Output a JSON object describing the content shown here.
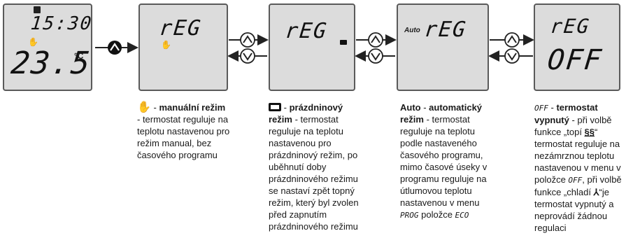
{
  "screens": {
    "s1": {
      "time": "15:30",
      "temp": "23.5",
      "unit": "°C"
    },
    "s2": {
      "top": "rEG"
    },
    "s3": {
      "top": "rEG"
    },
    "s4": {
      "auto": "Auto",
      "top": "rEG"
    },
    "s5": {
      "top": "rEG",
      "bottom": "OFF"
    }
  },
  "descriptions": {
    "manual": {
      "dash": " - ",
      "title": "manuální režim",
      "body": "- termostat reguluje na teplotu nastavenou pro režim manual, bez časového programu"
    },
    "holiday": {
      "dash": " - ",
      "title1": "prázdninový",
      "title2": "režim",
      "body": " - termostat reguluje na teplotu nastavenou pro prázdninový režim, po uběhnutí doby prázdninového režimu se nastaví zpět topný režim, který byl zvolen před zapnutím prázdninového režimu"
    },
    "auto": {
      "title": "Auto",
      "mid": " - ",
      "title2": "automatický režim",
      "body1": " - termostat reguluje na teplotu podle nastaveného časového programu, mimo časové úseky v programu reguluje na útlumovou teplotu nastavenou v menu ",
      "prog": "PROG",
      "body2": " položce ",
      "eco": "ECO"
    },
    "off": {
      "off1": "OFF",
      "mid": " - ",
      "title": "termostat vypnutý",
      "body1": " - při volbě funkce „topí ",
      "body1b": "“ termostat reguluje na nezámrznou teplotu nastavenou v menu v položce ",
      "off2": "OFF",
      "body2": ", při volbě funkce „chladí ",
      "body3": "“je termostat vypnutý a neprovádí žádnou regulaci"
    }
  }
}
